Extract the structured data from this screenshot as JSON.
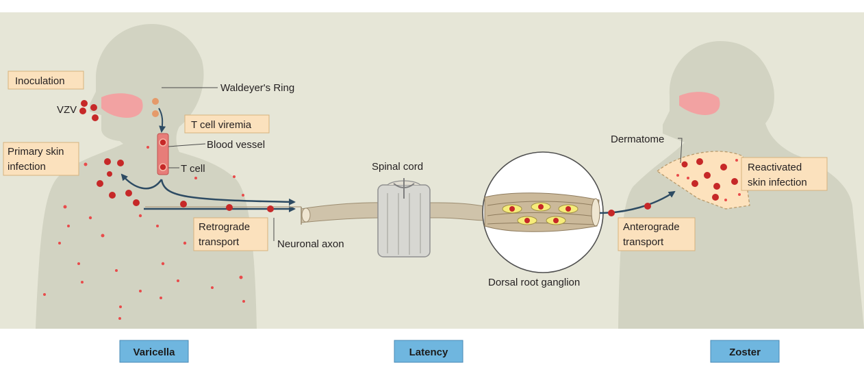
{
  "labels": {
    "inoculation": "Inoculation",
    "vzv": "VZV",
    "waldeyers_ring": "Waldeyer's Ring",
    "t_cell_viremia": "T cell viremia",
    "blood_vessel": "Blood vessel",
    "primary_skin_line1": "Primary skin",
    "primary_skin_line2": "infection",
    "t_cell": "T cell",
    "spinal_cord": "Spinal cord",
    "retrograde_line1": "Retrograde",
    "retrograde_line2": "transport",
    "neuronal_axon": "Neuronal axon",
    "dorsal_root_ganglion": "Dorsal root ganglion",
    "dermatome": "Dermatome",
    "reactivated_line1": "Reactivated",
    "reactivated_line2": "skin infection",
    "anterograde_line1": "Anterograde",
    "anterograde_line2": "transport"
  },
  "sections": {
    "varicella": "Varicella",
    "latency": "Latency",
    "zoster": "Zoster"
  },
  "colors": {
    "panel_bg": "#e6e6d7",
    "body_fill": "#d2d3c2",
    "label_box": "#fbe1bd",
    "section_box": "#6fb6df",
    "virus": "#c62828",
    "vessel": "#e77d79",
    "mouth": "#f2a2a2",
    "arrow": "#2d4b63",
    "nerve": "#cfc3aa",
    "dermatome": "#fde2bd"
  }
}
